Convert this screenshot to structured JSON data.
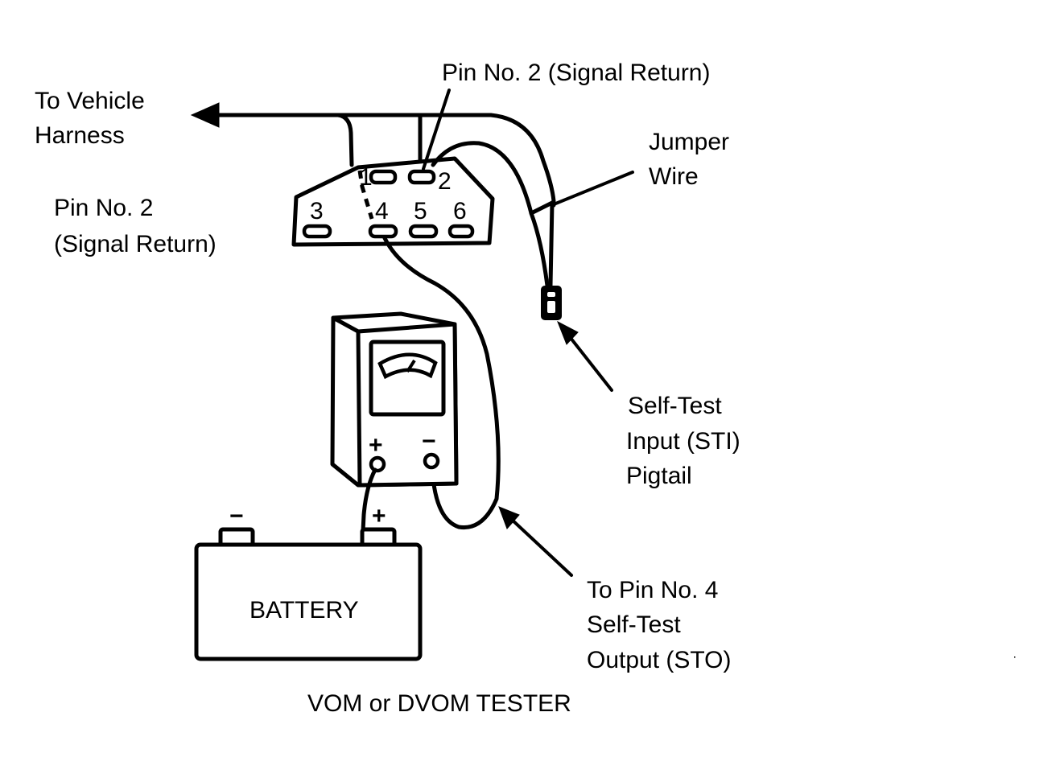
{
  "labels": {
    "vehicle_harness": [
      "To Vehicle",
      "Harness"
    ],
    "pin2_top": "Pin No. 2 (Signal Return)",
    "pin2_left": [
      "Pin No. 2",
      "(Signal Return)"
    ],
    "jumper_wire": [
      "Jumper",
      "Wire"
    ],
    "sti_pigtail": [
      "Self-Test",
      "Input (STI)",
      "Pigtail"
    ],
    "sto_pin4": [
      "To Pin No. 4",
      "Self-Test",
      "Output (STO)"
    ],
    "battery": "BATTERY",
    "caption": "VOM or DVOM TESTER"
  },
  "connector": {
    "pins": [
      "1",
      "2",
      "3",
      "4",
      "5",
      "6"
    ]
  },
  "meter": {
    "positive_symbol": "+",
    "negative_symbol": "−"
  },
  "battery_terminals": {
    "negative_symbol": "−",
    "positive_symbol": "+"
  }
}
